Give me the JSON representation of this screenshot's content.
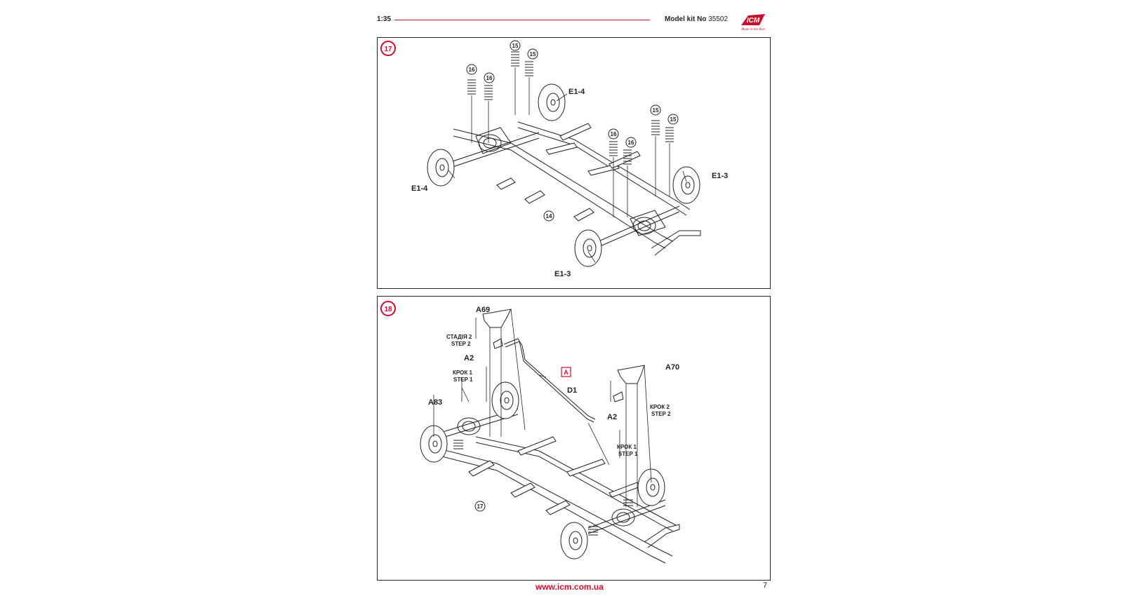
{
  "header": {
    "scale": "1:35",
    "kit_label": "Model kit No",
    "kit_number": "35502"
  },
  "logo": {
    "text": "ICM",
    "tagline": "Made in the Best",
    "icon": "icm-logo-icon",
    "color": "#c8102e"
  },
  "steps": [
    {
      "number": "17",
      "labels": {
        "e14_top": "E1-4",
        "e14_left": "E1-4",
        "e13_right": "E1-3",
        "e13_bottom": "E1-3"
      },
      "callouts": [
        "15",
        "15",
        "16",
        "16",
        "15",
        "15",
        "16",
        "16",
        "14"
      ]
    },
    {
      "number": "18",
      "labels": {
        "a69": "A69",
        "stage2_ua": "СТАДІЯ 2",
        "step2_a": "STEP 2",
        "a2_left": "A2",
        "krok1_a": "КРОК 1",
        "step1_a": "STEP 1",
        "a83": "A83",
        "d1": "D1",
        "a70": "A70",
        "krok2": "КРОК 2",
        "step2_b": "STEP 2",
        "a2_right": "A2",
        "krok1_b": "КРОК 1",
        "step1_b": "STEP 1"
      },
      "ref_box": "A",
      "callouts": [
        "17"
      ]
    }
  ],
  "footer": {
    "url": "www.icm.com.ua",
    "page": "7"
  }
}
